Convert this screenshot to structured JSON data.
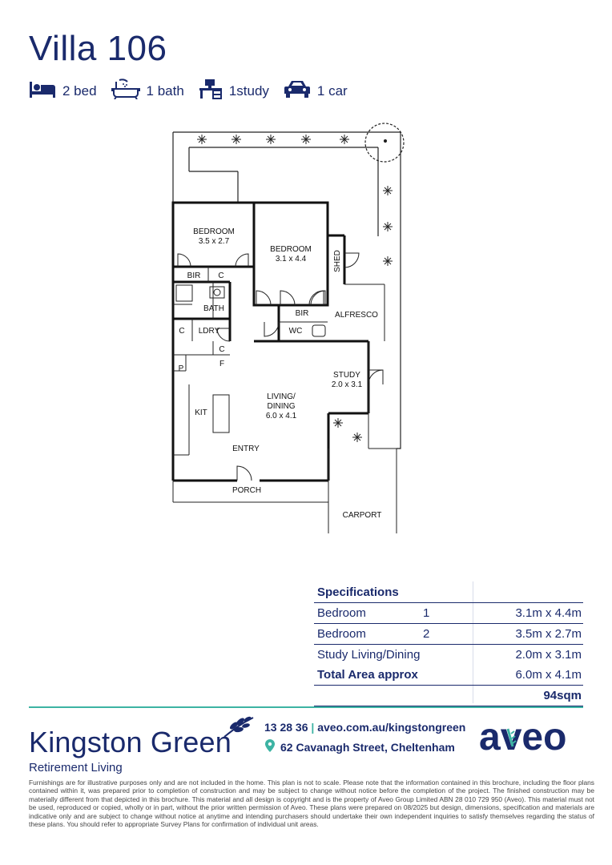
{
  "header": {
    "title": "Villa 106",
    "features": [
      {
        "icon": "bed-icon",
        "label": "2 bed"
      },
      {
        "icon": "bath-icon",
        "label": "1 bath"
      },
      {
        "icon": "desk-icon",
        "label": "1study"
      },
      {
        "icon": "car-icon",
        "label": "1 car"
      }
    ]
  },
  "floorplan": {
    "rooms": {
      "bedroom2_name": "BEDROOM",
      "bedroom2_size": "3.5 x 2.7",
      "bedroom1_name": "BEDROOM",
      "bedroom1_size": "3.1 x 4.4",
      "bir_a": "BIR",
      "c_a": "C",
      "bath": "BATH",
      "shed": "SHED",
      "bir_b": "BIR",
      "alfresco": "ALFRESCO",
      "c_b": "C",
      "ldry": "LDRY",
      "wc": "WC",
      "c_c": "C",
      "p": "P",
      "f": "F",
      "study_name": "STUDY",
      "study_size": "2.0 x 3.1",
      "kit": "KIT",
      "living_name": "LIVING/",
      "living_name2": "DINING",
      "living_size": "6.0 x 4.1",
      "entry": "ENTRY",
      "porch": "PORCH",
      "carport": "CARPORT"
    }
  },
  "specifications": {
    "heading": "Specifications",
    "rows": [
      {
        "label": "Bedroom",
        "num": "1",
        "value": "3.1m x 4.4m"
      },
      {
        "label": "Bedroom",
        "num": "2",
        "value": "3.5m x 2.7m"
      },
      {
        "label": "Study Living/Dining",
        "num": "",
        "value": "2.0m x 3.1m"
      }
    ],
    "total_label": "Total Area approx",
    "total_value": "6.0m x 4.1m",
    "total_sqm": "94sqm"
  },
  "footer": {
    "brand": "Kingston Green",
    "brand_sub": "Retirement Living",
    "phone": "13 28 36",
    "separator": "|",
    "website": "aveo.com.au/kingstongreen",
    "address": "62 Cavanagh Street, Cheltenham",
    "logo_text": "aveo",
    "disclaimer": "Furnishings are for illustrative purposes only and are not included in the home. This plan is not to scale. Please note that the information contained in this brochure, including the floor plans contained within it, was prepared prior to completion of construction and may be subject to change without notice before the completion of the project. The finished construction may be materially different from that depicted in this brochure. This material and all design is copyright and is the property of Aveo Group Limited ABN 28 010 729 950 (Aveo). This material must not be used, reproduced or copied, wholly or in part, without the prior written permission of Aveo. These plans were prepared on 08/2025 but design, dimensions, specification and materials are indicative only and are subject to change without notice at anytime and intending purchasers should undertake their own independent inquiries to satisfy themselves regarding the status of these plans. You should refer to appropriate Survey Plans for confirmation of individual unit areas."
  },
  "colors": {
    "navy": "#1a2a6c",
    "teal": "#3cb3a3"
  }
}
